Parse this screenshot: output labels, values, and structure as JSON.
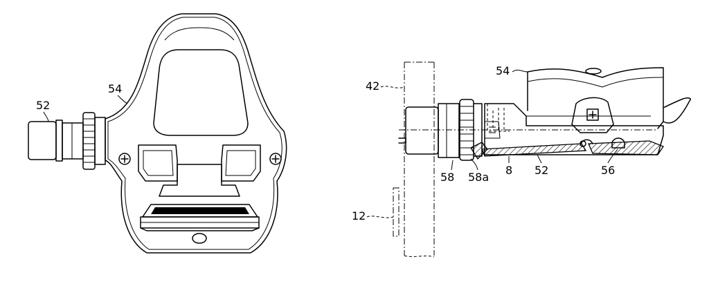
{
  "labels": {
    "top_view": {
      "pedal_shaft": "52",
      "pedal_body": "54"
    },
    "side_view": {
      "crank_arm": "42",
      "crank": "12",
      "pedal_body": "54",
      "bearing": "58",
      "bearing_part": "58a",
      "seal": "8",
      "pedal_shaft": "52",
      "spring": "56"
    }
  },
  "colors": {
    "line": "#000000",
    "background": "#ffffff"
  },
  "icons": [
    "plus-screw-icon"
  ]
}
